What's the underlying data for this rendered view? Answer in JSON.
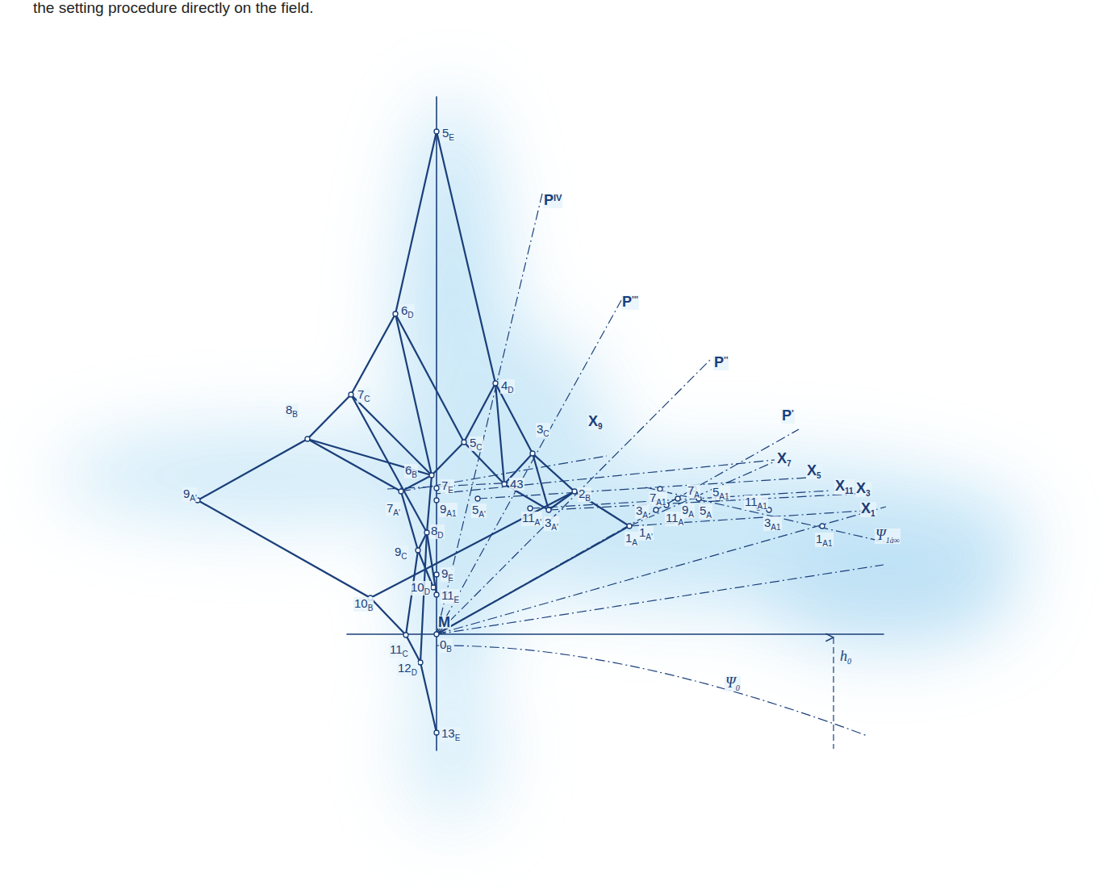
{
  "diagram": {
    "labels": [
      "the setting procedure directly on the field.",
      "5E",
      "PIV",
      "P'''",
      "P''",
      "P'",
      "6D",
      "4D",
      "7C",
      "8B",
      "5C",
      "3C",
      "X9",
      "9A'",
      "6B",
      "7E",
      "43",
      "2B",
      "7A'",
      "5A'",
      "9A1",
      "11A'",
      "3A'",
      "8D",
      "9C",
      "9E",
      "10D",
      "11E",
      "10B",
      "M",
      "0B",
      "11C",
      "12D",
      "13E",
      "1A",
      "1A'",
      "7A1",
      "7A",
      "X7",
      "X5",
      "X11",
      "X3",
      "X1",
      "5A1",
      "3A",
      "11A",
      "9A",
      "5A",
      "11A1",
      "3A1",
      "1A1",
      "Ψ1à∞",
      "Ψ0",
      "h0"
    ]
  }
}
